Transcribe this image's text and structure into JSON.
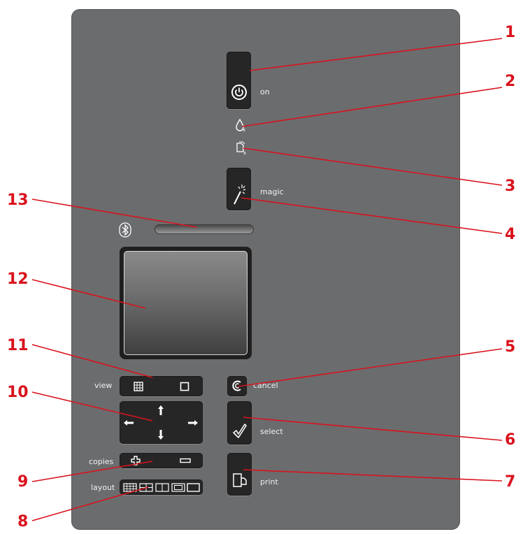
{
  "labels": {
    "on": "on",
    "magic": "magic",
    "cancel": "cancel",
    "select": "select",
    "print": "print",
    "view": "view",
    "copies": "copies",
    "layout": "layout"
  },
  "callouts": [
    "1",
    "2",
    "3",
    "4",
    "5",
    "6",
    "7",
    "8",
    "9",
    "10",
    "11",
    "12",
    "13"
  ],
  "colors": {
    "panel": "#6b6c6e",
    "button": "#262627",
    "callout": "#d9131d",
    "label": "#f2f2f2"
  },
  "icons": {
    "power": "power-icon",
    "ink": "ink-drop-icon",
    "paper": "paper-icon",
    "magic": "magic-wand-icon",
    "bluetooth": "bluetooth-icon",
    "cancel": "cancel-icon",
    "select": "checkmark-icon",
    "print": "print-icon"
  }
}
